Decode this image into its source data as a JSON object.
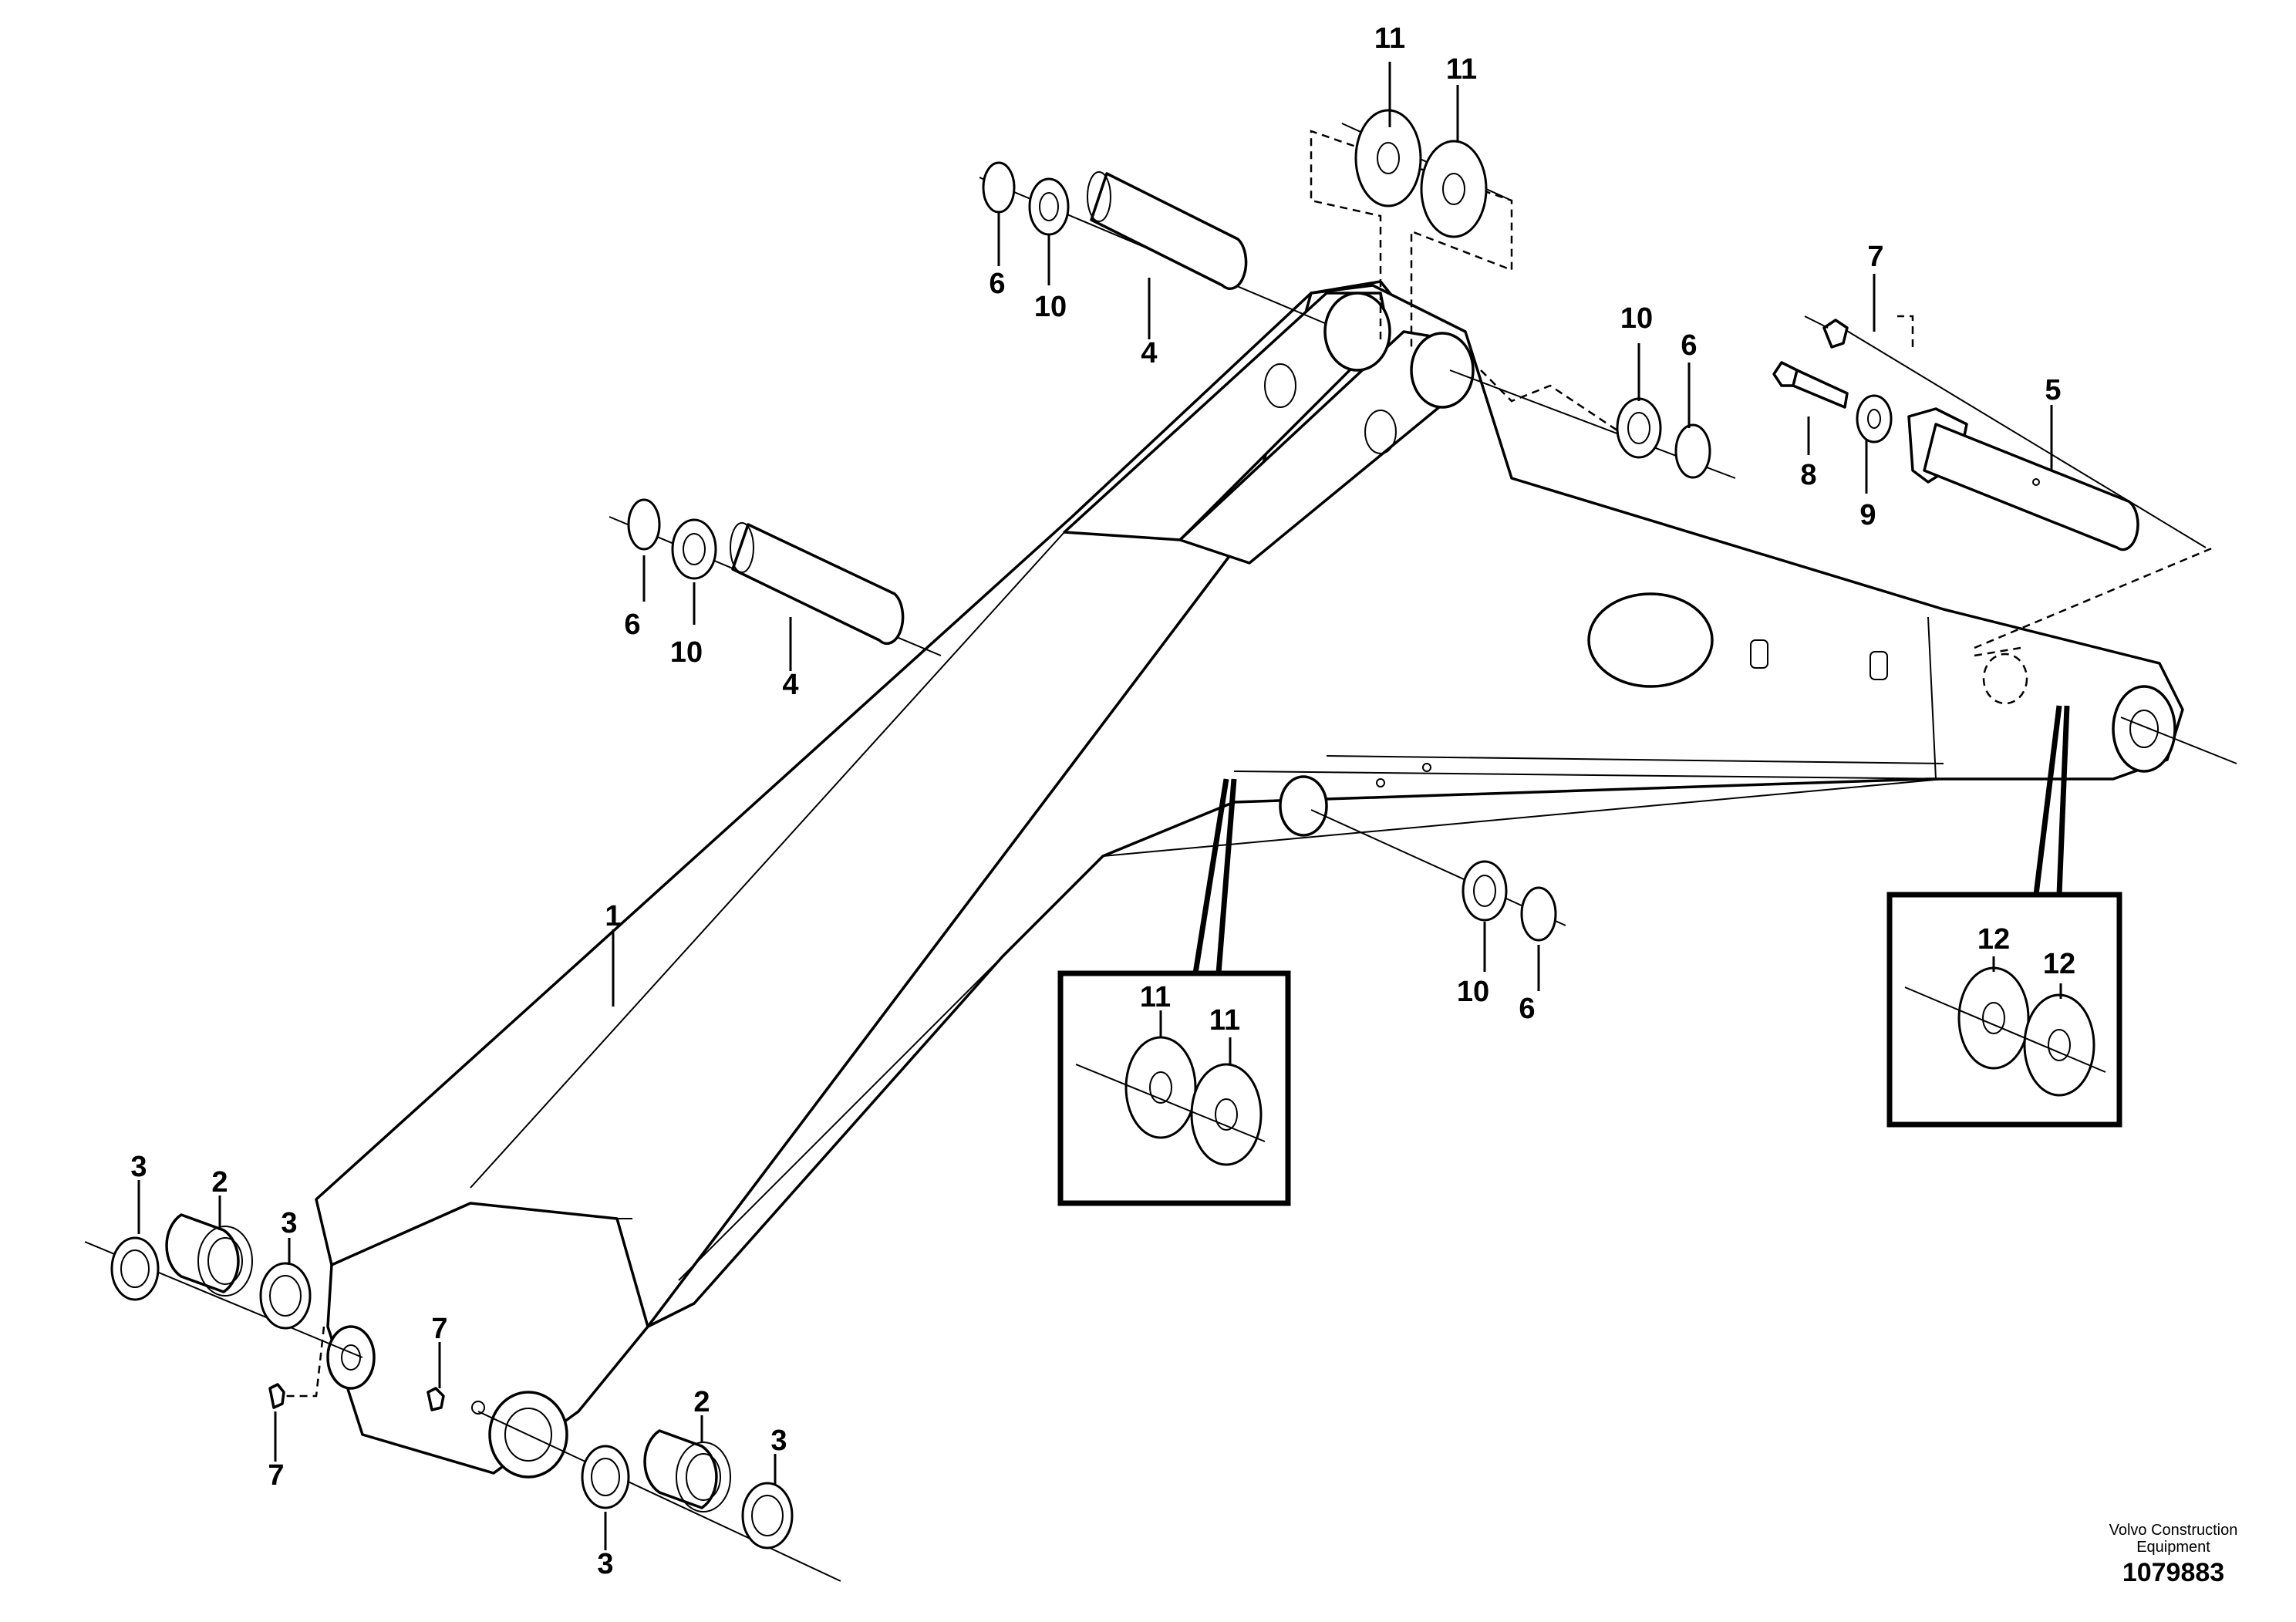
{
  "diagram": {
    "labels": {
      "boom": "1",
      "bushing_left": "2",
      "bushing_right": "2",
      "seal_left_outer": "3",
      "seal_left_inner": "3",
      "seal_right_inner": "3",
      "seal_right_outer": "3",
      "pin_upper": "4",
      "pin_middle": "4",
      "pin_cylinder": "5",
      "snapring_upper_left": "6",
      "snapring_middle_left": "6",
      "snapring_upper_right": "6",
      "snapring_lower_right": "6",
      "grease_nipple_left": "7",
      "grease_nipple_center": "7",
      "grease_nipple_right": "7",
      "bolt": "8",
      "washer_bolt": "9",
      "washer_upper_left": "10",
      "washer_middle_left": "10",
      "washer_upper_right": "10",
      "washer_lower_right": "10",
      "shim_top_a": "11",
      "shim_top_b": "11",
      "shim_inset_a": "11",
      "shim_inset_b": "11",
      "shim12_a": "12",
      "shim12_b": "12"
    },
    "footer": {
      "brand_line1": "Volvo Construction",
      "brand_line2": "Equipment",
      "document_number": "1079883"
    }
  }
}
